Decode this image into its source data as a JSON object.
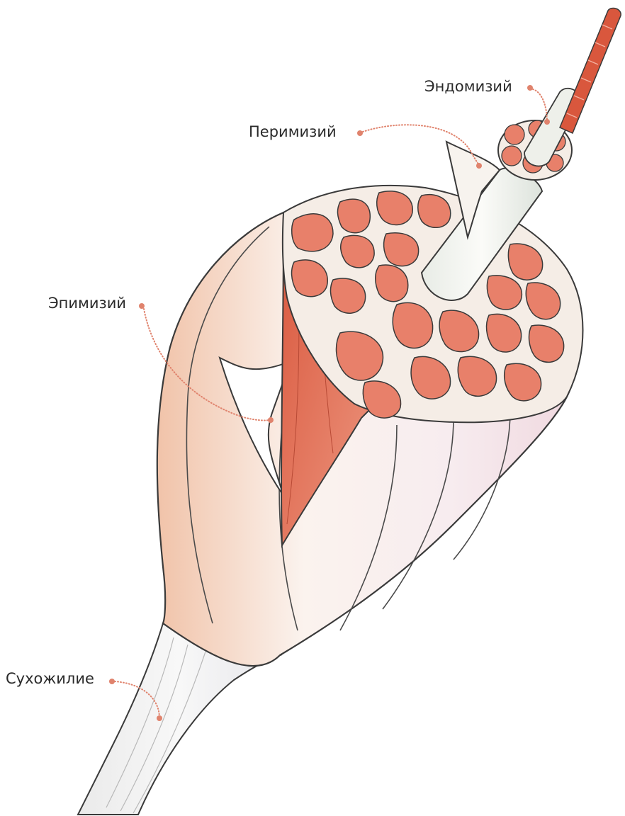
{
  "labels": {
    "endomysium": "Эндомизий",
    "perimysium": "Перимизий",
    "epimysium": "Эпимизий",
    "tendon": "Сухожилие"
  },
  "colors": {
    "muscle": "#e8806a",
    "muscle_dark": "#d86650",
    "sheath": "#f3eeea",
    "outline": "#3a3a3a",
    "leader": "#e0836d"
  }
}
